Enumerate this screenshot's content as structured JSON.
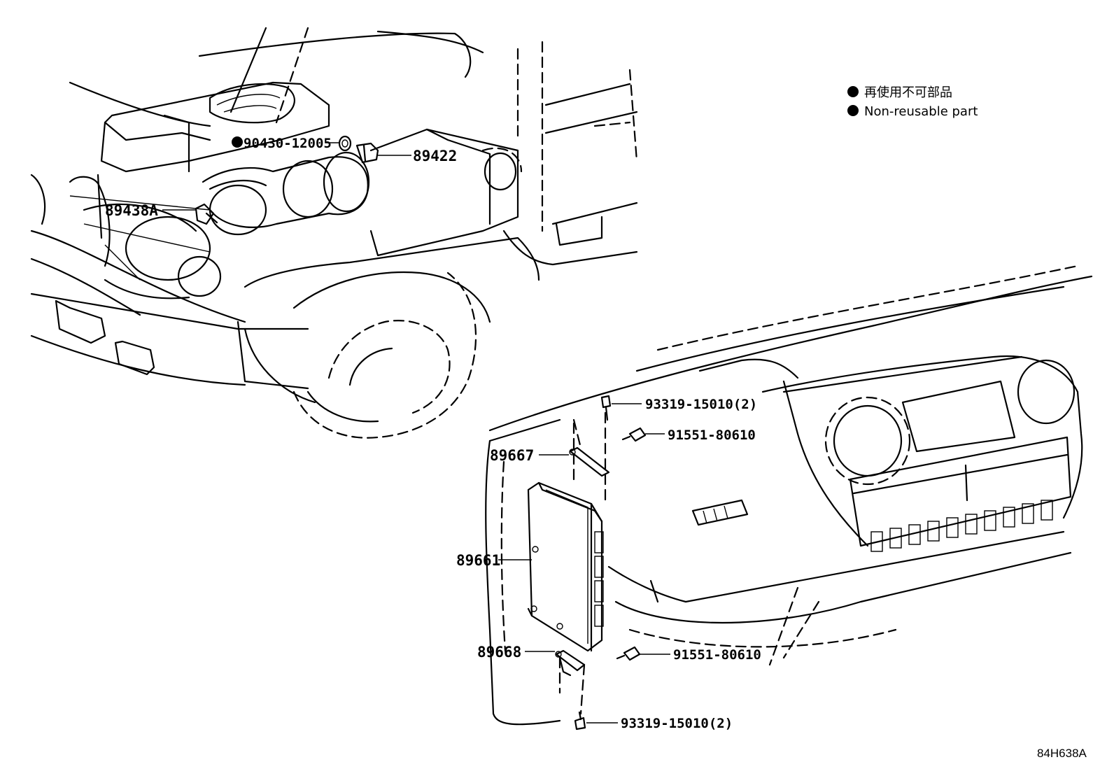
{
  "legend": {
    "items": [
      {
        "symbol": "filled-circle-icon",
        "text_ja": "再使用不可部品"
      },
      {
        "symbol": "filled-circle-icon",
        "text_en": "Non-reusable part"
      }
    ]
  },
  "parts": {
    "p90430": "90430-12005",
    "p89422": "89422",
    "p89438A": "89438A",
    "p93319_top": "93319-15010(2)",
    "p91551_top": "91551-80610",
    "p89667": "89667",
    "p89661": "89661",
    "p89668": "89668",
    "p91551_bottom": "91551-80610",
    "p93319_bottom": "93319-15010(2)"
  },
  "non_reusable_parts": [
    "90430-12005"
  ],
  "figure_code": "84H638A",
  "colors": {
    "line": "#000000",
    "background": "#ffffff"
  }
}
